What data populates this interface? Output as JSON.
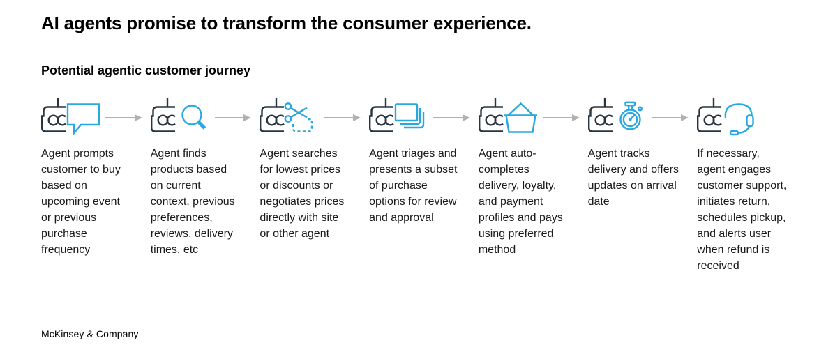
{
  "header": {
    "title": "AI agents promise to transform the consumer experience.",
    "subtitle": "Potential agentic customer journey"
  },
  "colors": {
    "accent_blue": "#29A8E0",
    "robot_dark": "#273540",
    "arrow_gray": "#B1B1B1"
  },
  "journey": {
    "steps": [
      {
        "icon": "chat-bubble-icon",
        "description": "Agent prompts customer to buy based on upcoming event or previous purchase frequency"
      },
      {
        "icon": "search-icon",
        "description": "Agent finds products based on current context, previous preferences, reviews, delivery times, etc"
      },
      {
        "icon": "scissors-coupon-icon",
        "description": "Agent searches for lowest prices or discounts or negotiates prices directly with site or other agent"
      },
      {
        "icon": "stacked-cards-icon",
        "description": "Agent triages and presents a subset of purchase options for review and approval"
      },
      {
        "icon": "shopping-basket-icon",
        "description": "Agent auto-completes delivery, loyalty, and payment profiles and pays using preferred method"
      },
      {
        "icon": "stopwatch-icon",
        "description": "Agent tracks delivery and offers updates on arrival date"
      },
      {
        "icon": "headset-icon",
        "description": "If necessary, agent engages customer support, initiates return, schedules pickup, and alerts user when refund is received"
      }
    ]
  },
  "footer": {
    "brand": "McKinsey & Company"
  }
}
